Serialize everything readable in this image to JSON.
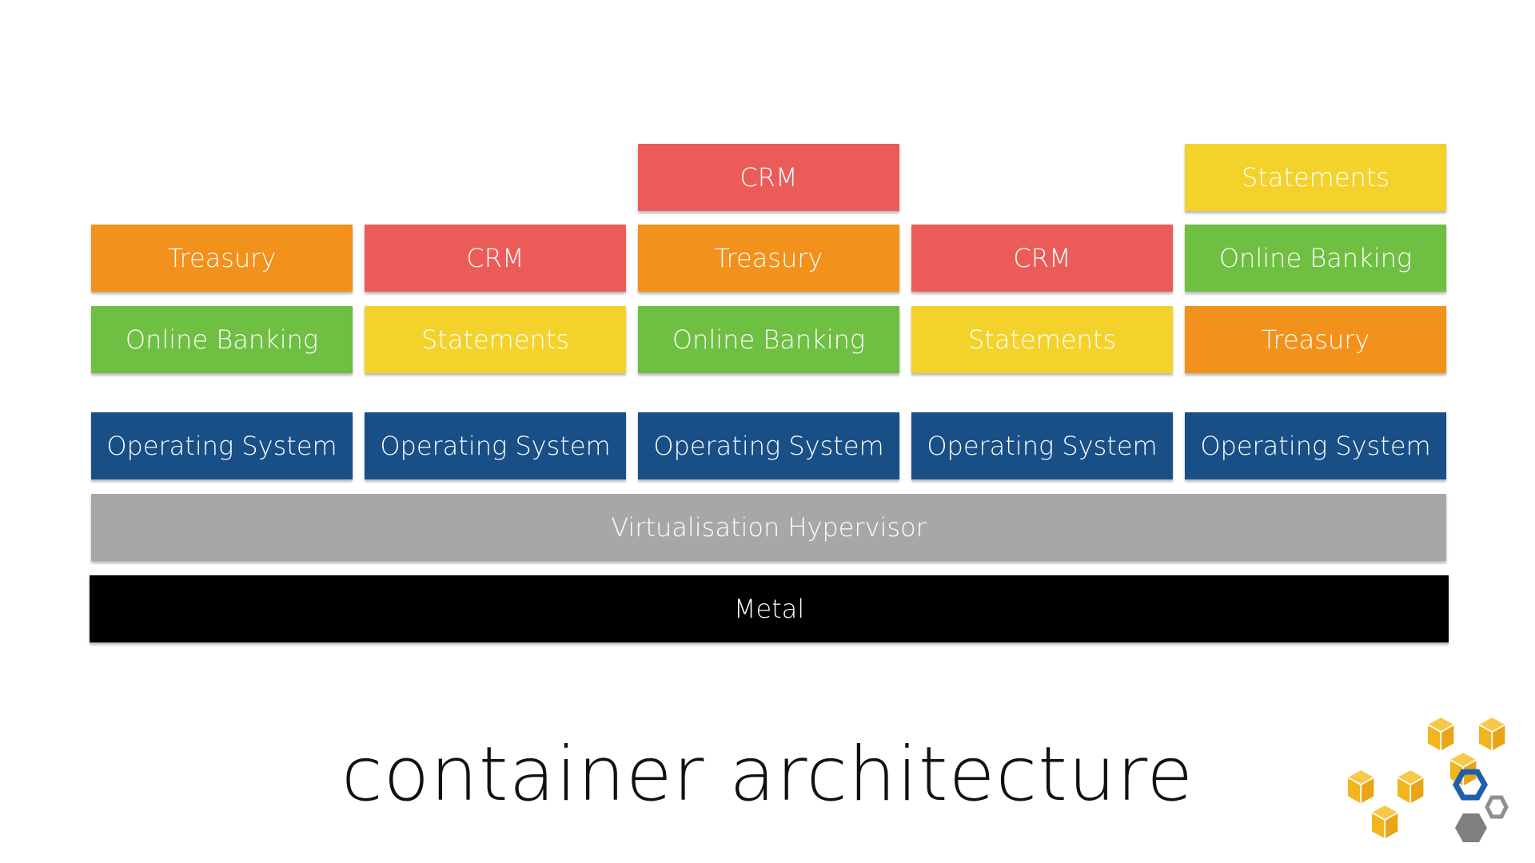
{
  "colors": {
    "orange": "#f2911b",
    "red": "#eb5c59",
    "green": "#6fbf43",
    "yellow": "#f4d22c",
    "blue": "#194f87",
    "gray": "#a6a8a7",
    "black": "#000000"
  },
  "stacks": [
    {
      "apps": [
        "Treasury",
        "Online Banking"
      ],
      "os": "Operating System"
    },
    {
      "apps": [
        "CRM",
        "Statements"
      ],
      "os": "Operating System"
    },
    {
      "apps": [
        "CRM",
        "Treasury",
        "Online Banking"
      ],
      "os": "Operating System"
    },
    {
      "apps": [
        "CRM",
        "Statements"
      ],
      "os": "Operating System"
    },
    {
      "apps": [
        "Statements",
        "Online Banking",
        "Treasury"
      ],
      "os": "Operating System"
    }
  ],
  "hypervisor": "Virtualisation Hypervisor",
  "metal": "Metal",
  "title": "container architecture",
  "logo": {
    "icon": "aws-cubes-logo-icon"
  }
}
